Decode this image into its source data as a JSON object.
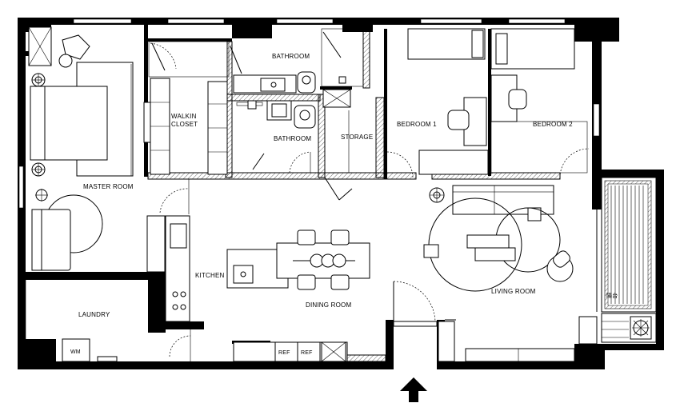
{
  "plan": {
    "rooms": {
      "bathroom_top": "BATHROOM",
      "walkin_line1": "WALKIN",
      "walkin_line2": "CLOSET",
      "bathroom_mid": "BATHROOM",
      "storage": "STORAGE",
      "bedroom1": "BEDROOM 1",
      "bedroom2": "BEDROOM 2",
      "master": "MASTER ROOM",
      "kitchen": "KITCHEN",
      "dining": "DINING ROOM",
      "living": "LIVING ROOM",
      "laundry": "LAUNDRY",
      "balcony": "陽台"
    },
    "appliances": {
      "washer": "WM",
      "fridge1": "REF",
      "fridge2": "REF"
    },
    "icons": {
      "entrance": "entrance-arrow-icon"
    }
  }
}
